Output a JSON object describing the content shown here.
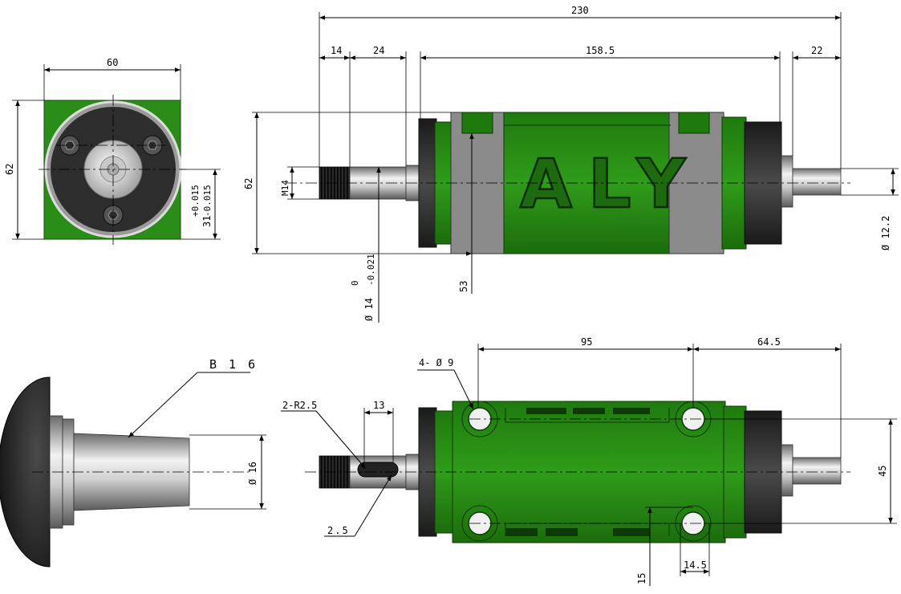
{
  "logo_text": "ALY",
  "dims": {
    "end_width": "60",
    "end_height": "62",
    "end_center": "31",
    "end_tol_upper": "+0.015",
    "end_tol_lower": "-0.015",
    "total_length": "230",
    "thread_len": "14",
    "shaft_len": "24",
    "body_len": "158.5",
    "right_shaft_len": "22",
    "body_height": "62",
    "thread": "M14",
    "shaft_dia": "Ø 14",
    "shaft_tol_upper": "0",
    "shaft_tol_lower": "-0.021",
    "height_53": "53",
    "right_shaft_dia": "Ø 12.2",
    "taper": "B 1 6",
    "taper_dia": "Ø 16",
    "key_slot": "2-R2.5",
    "key_len": "13",
    "key_width": "2.5",
    "holes": "4- Ø 9",
    "hole_spacing": "95",
    "hole_to_end": "64.5",
    "hole_vertical": "45",
    "hole_offset_15": "15",
    "hole_offset_14_5": "14.5"
  }
}
